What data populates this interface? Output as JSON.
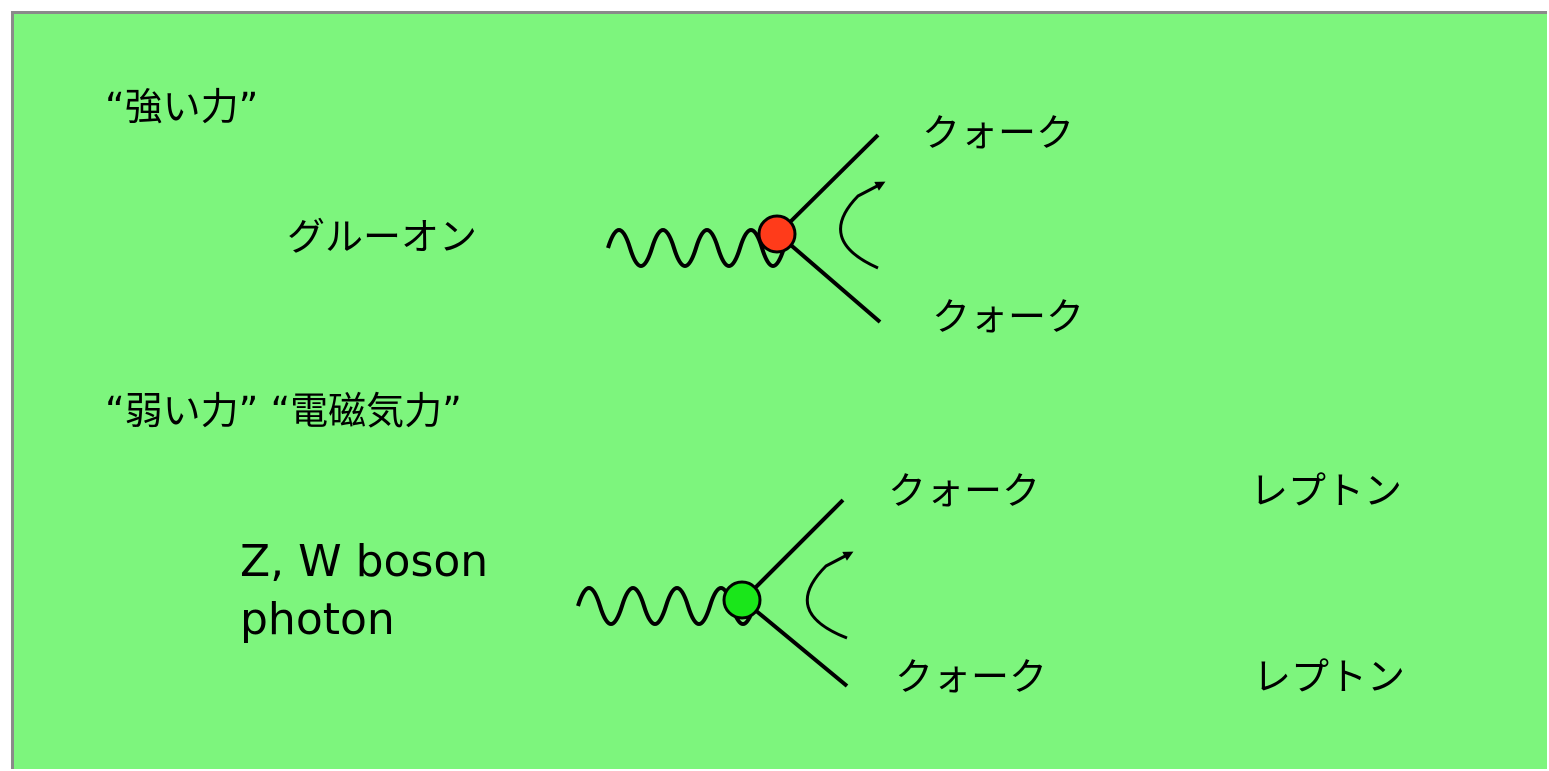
{
  "colors": {
    "background": "#7df57d",
    "border": "#8a8a8a",
    "strong_vertex": "#ff3b1a",
    "weak_em_vertex": "#1ae61a",
    "line": "#000000"
  },
  "strong": {
    "heading": "“強い力”",
    "boson": "グルーオン",
    "fermion_top": "クォーク",
    "fermion_bottom": "クォーク"
  },
  "weak_em": {
    "heading": "“弱い力” “電磁気力”",
    "boson_line1": "Z, W boson",
    "boson_line2": "photon",
    "quark_top": "クォーク",
    "quark_bottom": "クォーク",
    "lepton_top": "レプトン",
    "lepton_bottom": "レプトン"
  }
}
